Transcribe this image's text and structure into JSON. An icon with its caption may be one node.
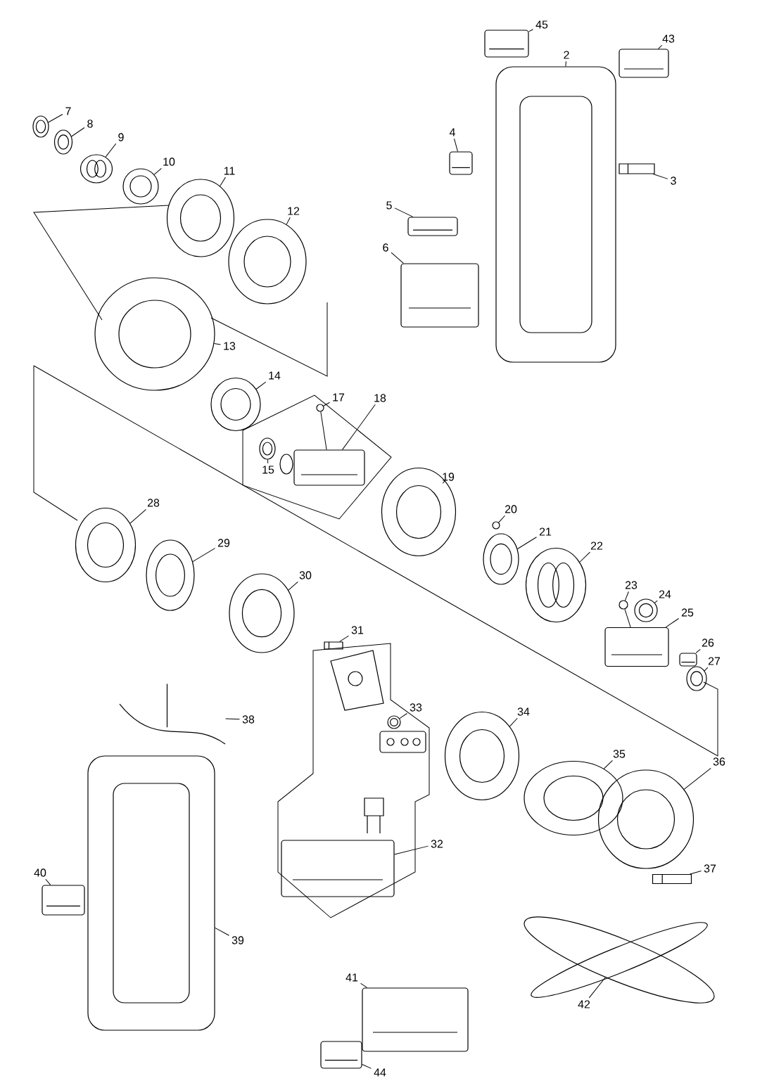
{
  "diagram": {
    "nodes": [
      {
        "text": [
          "2"
        ]
      },
      {
        "text": [],
        "shape": "picture"
      },
      {
        "text": [
          "3"
        ]
      },
      {
        "text": [],
        "shape": "picture"
      },
      {
        "text": [
          "4"
        ]
      },
      {
        "text": [],
        "shape": "picture"
      },
      {
        "text": [
          "5"
        ]
      },
      {
        "text": [],
        "shape": "picture"
      },
      {
        "text": [
          "6"
        ]
      },
      {
        "text": [],
        "shape": "picture"
      },
      {
        "text": [
          "7"
        ]
      },
      {
        "text": [],
        "shape": "picture"
      },
      {
        "text": [
          "8"
        ]
      },
      {
        "text": [],
        "shape": "picture"
      },
      {
        "text": [
          "9"
        ]
      },
      {
        "text": [],
        "shape": "picture"
      },
      {
        "text": [
          "10"
        ]
      },
      {
        "text": [],
        "shape": "picture"
      },
      {
        "text": [
          "11"
        ]
      },
      {
        "text": [],
        "shape": "picture"
      },
      {
        "text": [
          "12"
        ]
      },
      {
        "text": [],
        "shape": "picture"
      },
      {
        "text": [
          "13"
        ]
      },
      {
        "text": [],
        "shape": "picture"
      },
      {
        "text": [
          "14"
        ]
      },
      {
        "text": [],
        "shape": "picture"
      },
      {
        "text": [
          "15"
        ]
      },
      {
        "text": [],
        "shape": "picture"
      },
      {
        "text": [
          "17"
        ]
      },
      {
        "text": [],
        "shape": "circle"
      },
      {
        "text": [
          "18"
        ]
      },
      {
        "text": [],
        "shape": "picture"
      },
      {
        "text": [
          "19"
        ]
      },
      {
        "text": [],
        "shape": "picture"
      },
      {
        "text": [
          "20"
        ]
      },
      {
        "text": [],
        "shape": "circle"
      },
      {
        "text": [
          "21"
        ]
      },
      {
        "text": [],
        "shape": "picture"
      },
      {
        "text": [
          "22"
        ]
      },
      {
        "text": [],
        "shape": "picture"
      },
      {
        "text": [
          "23"
        ]
      },
      {
        "text": [],
        "shape": "circle"
      },
      {
        "text": [
          "24"
        ]
      },
      {
        "text": [],
        "shape": "picture"
      },
      {
        "text": [
          "25"
        ]
      },
      {
        "text": [],
        "shape": "picture"
      },
      {
        "text": [
          "26"
        ]
      },
      {
        "text": [],
        "shape": "picture"
      },
      {
        "text": [
          "27"
        ]
      },
      {
        "text": [],
        "shape": "picture"
      },
      {
        "text": [
          "28"
        ]
      },
      {
        "text": [],
        "shape": "picture"
      },
      {
        "text": [
          "29"
        ]
      },
      {
        "text": [],
        "shape": "picture"
      },
      {
        "text": [
          "30"
        ]
      },
      {
        "text": [],
        "shape": "picture"
      },
      {
        "text": [
          "31"
        ]
      },
      {
        "text": [],
        "shape": "picture"
      },
      {
        "text": [
          "32"
        ]
      },
      {
        "text": [],
        "shape": "picture"
      },
      {
        "text": [
          "33"
        ]
      },
      {
        "text": [],
        "shape": "picture"
      },
      {
        "text": [
          "34"
        ]
      },
      {
        "text": [],
        "shape": "picture"
      },
      {
        "text": [
          "35"
        ]
      },
      {
        "text": [],
        "shape": "picture"
      },
      {
        "text": [
          "36"
        ]
      },
      {
        "text": [],
        "shape": "picture"
      },
      {
        "text": [
          "37"
        ]
      },
      {
        "text": [],
        "shape": "picture"
      },
      {
        "text": [
          "38"
        ]
      },
      {
        "text": [],
        "shape": "picture"
      },
      {
        "text": [
          "39"
        ]
      },
      {
        "text": [],
        "shape": "picture"
      },
      {
        "text": [
          "40"
        ]
      },
      {
        "text": [],
        "shape": "picture"
      },
      {
        "text": [
          "41"
        ]
      },
      {
        "text": [],
        "shape": "picture"
      },
      {
        "text": [
          "42"
        ]
      },
      {
        "text": [],
        "shape": "picture"
      },
      {
        "text": [
          "43"
        ]
      },
      {
        "text": [],
        "shape": "picture"
      },
      {
        "text": [
          "44"
        ]
      },
      {
        "text": [],
        "shape": "picture"
      },
      {
        "text": [
          "45"
        ]
      },
      {
        "text": [],
        "shape": "picture"
      }
    ],
    "edges": [
      {
        "from": 0,
        "to": 1,
        "arrow": "none"
      },
      {
        "from": 2,
        "to": 3,
        "arrow": "none"
      },
      {
        "from": 4,
        "to": 5,
        "arrow": "none"
      },
      {
        "from": 6,
        "to": 7,
        "arrow": "none"
      },
      {
        "from": 8,
        "to": 9,
        "arrow": "none"
      },
      {
        "from": 10,
        "to": 11,
        "arrow": "none"
      },
      {
        "from": 12,
        "to": 13,
        "arrow": "none"
      },
      {
        "from": 14,
        "to": 15,
        "arrow": "none"
      },
      {
        "from": 16,
        "to": 17,
        "arrow": "none"
      },
      {
        "from": 18,
        "to": 19,
        "arrow": "none"
      },
      {
        "from": 20,
        "to": 21,
        "arrow": "none"
      },
      {
        "from": 22,
        "to": 23,
        "arrow": "none"
      },
      {
        "from": 24,
        "to": 25,
        "arrow": "none"
      },
      {
        "from": 26,
        "to": 27,
        "arrow": "none"
      },
      {
        "from": 28,
        "to": 29,
        "arrow": "none"
      },
      {
        "from": 30,
        "to": 31,
        "arrow": "none"
      },
      {
        "from": 32,
        "to": 33,
        "arrow": "none"
      },
      {
        "from": 34,
        "to": 35,
        "arrow": "none"
      },
      {
        "from": 36,
        "to": 37,
        "arrow": "none"
      },
      {
        "from": 38,
        "to": 39,
        "arrow": "none"
      },
      {
        "from": 40,
        "to": 41,
        "arrow": "none"
      },
      {
        "from": 42,
        "to": 43,
        "arrow": "none"
      },
      {
        "from": 44,
        "to": 45,
        "arrow": "none"
      },
      {
        "from": 46,
        "to": 47,
        "arrow": "none"
      },
      {
        "from": 48,
        "to": 49,
        "arrow": "none"
      },
      {
        "from": 50,
        "to": 51,
        "arrow": "none"
      },
      {
        "from": 52,
        "to": 53,
        "arrow": "none"
      },
      {
        "from": 54,
        "to": 55,
        "arrow": "none"
      },
      {
        "from": 56,
        "to": 57,
        "arrow": "none"
      },
      {
        "from": 58,
        "to": 59,
        "arrow": "none"
      },
      {
        "from": 60,
        "to": 61,
        "arrow": "none"
      },
      {
        "from": 62,
        "to": 63,
        "arrow": "none"
      },
      {
        "from": 64,
        "to": 65,
        "arrow": "none"
      },
      {
        "from": 66,
        "to": 67,
        "arrow": "none"
      },
      {
        "from": 68,
        "to": 69,
        "arrow": "none"
      },
      {
        "from": 70,
        "to": 71,
        "arrow": "none"
      },
      {
        "from": 72,
        "to": 73,
        "arrow": "none"
      },
      {
        "from": 74,
        "to": 75,
        "arrow": "none"
      },
      {
        "from": 76,
        "to": 77,
        "arrow": "none"
      },
      {
        "from": 78,
        "to": 79,
        "arrow": "none"
      },
      {
        "from": 80,
        "to": 81,
        "arrow": "none"
      },
      {
        "from": 82,
        "to": 83,
        "arrow": "none"
      },
      {
        "from": 84,
        "to": 85,
        "arrow": "none"
      },
      {
        "from": 29,
        "to": 31,
        "arrow": "none"
      },
      {
        "from": 41,
        "to": 45,
        "arrow": "none"
      }
    ]
  }
}
